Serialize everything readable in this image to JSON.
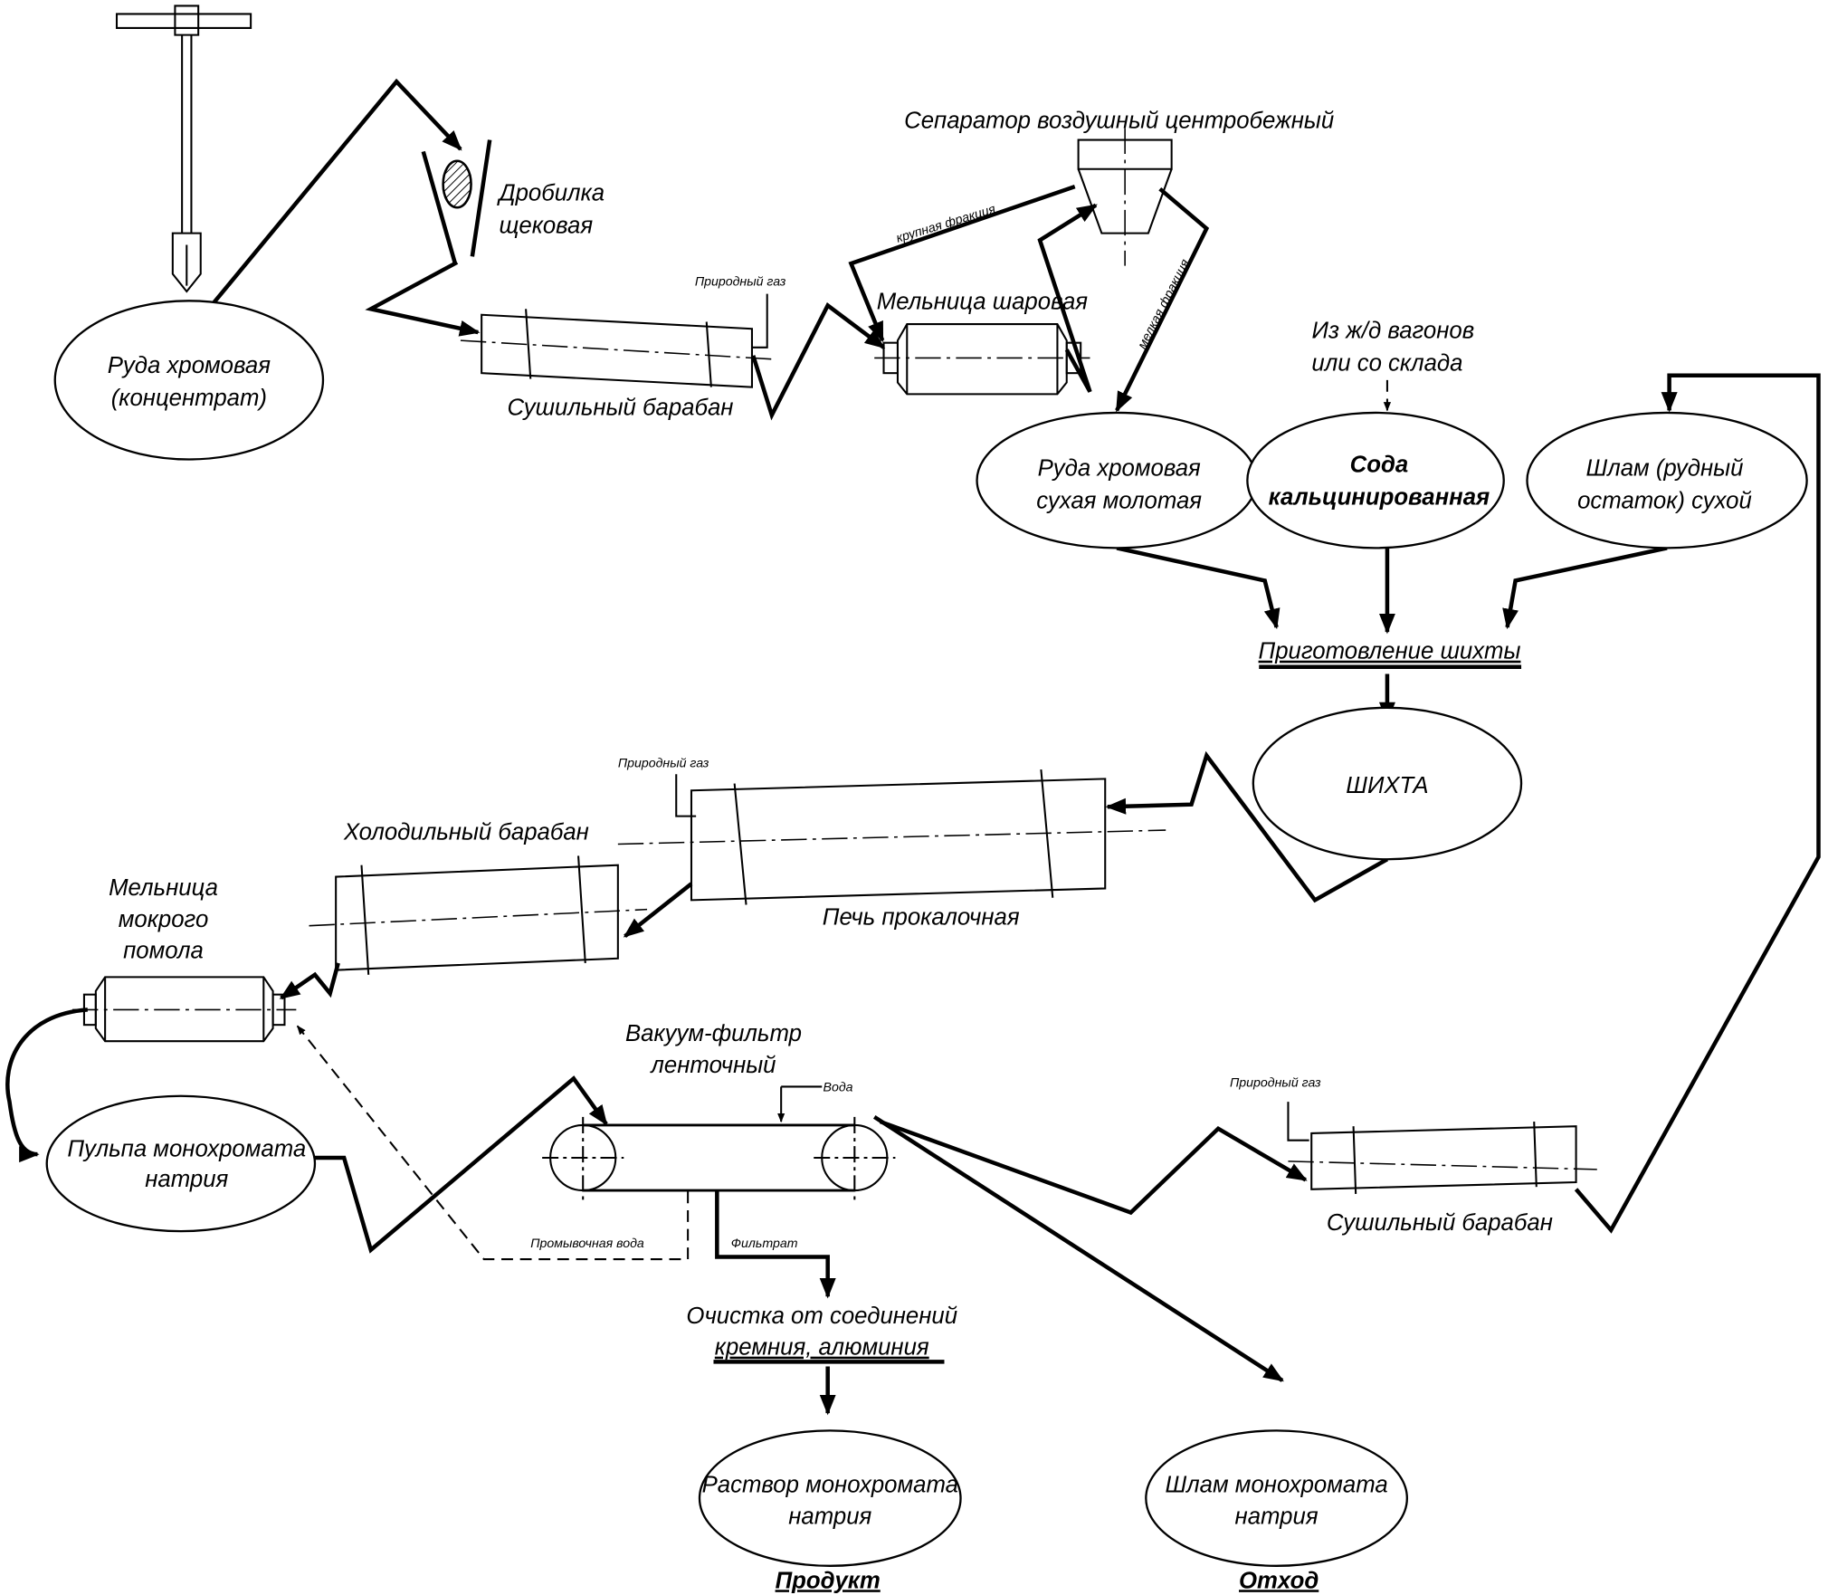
{
  "labels": {
    "crusher": [
      "Дробилка",
      "щековая"
    ],
    "ore_concentrate": [
      "Руда хромовая",
      "(концентрат)"
    ],
    "dryer_1": "Сушильный барабан",
    "natural_gas": "Природный газ",
    "ball_mill": "Мельница шаровая",
    "separator": "Сепаратор воздушный центробежный",
    "coarse_fraction": "крупная фракция",
    "fine_fraction": "мелкая фракция",
    "rail_source": [
      "Из ж/д вагонов",
      "или со склада"
    ],
    "dry_ore": [
      "Руда хромовая",
      "сухая молотая"
    ],
    "soda": [
      "Сода",
      "кальцинированная"
    ],
    "sludge_dry": [
      "Шлам (рудный",
      "остаток) сухой"
    ],
    "charge_prep": "Приготовление шихты",
    "charge": "ШИХТА",
    "kiln": "Печь прокалочная",
    "cooler": "Холодильный барабан",
    "wet_mill": [
      "Мельница",
      "мокрого",
      "помола"
    ],
    "pulp": [
      "Пульпа монохромата",
      "натрия"
    ],
    "vacuum_filter": [
      "Вакуум-фильтр",
      "ленточный"
    ],
    "water": "Вода",
    "wash_water": "Промывочная вода",
    "filtrate": "Фильтрат",
    "purification": [
      "Очистка от соединений",
      "кремния, алюминия"
    ],
    "solution": [
      "Раствор монохромата",
      "натрия"
    ],
    "product": "Продукт",
    "sludge_mono": [
      "Шлам монохромата",
      "натрия"
    ],
    "waste": "Отход",
    "dryer_2": "Сушильный барабан"
  },
  "colors": {
    "ink": "#000000",
    "background": "#ffffff"
  }
}
